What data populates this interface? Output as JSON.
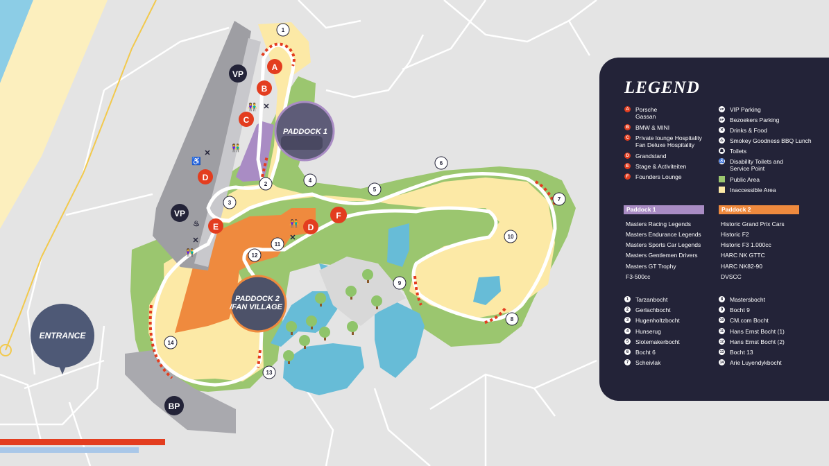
{
  "map": {
    "entrance_label": "ENTRANCE",
    "vp_label": "VP",
    "bp_label": "BP",
    "paddock1_label": "PADDOCK 1",
    "paddock2_label_line1": "PADDOCK 2",
    "paddock2_label_line2": "/FAN VILLAGE",
    "poi_letters": {
      "A": "A",
      "B": "B",
      "C": "C",
      "D": "D",
      "E": "E",
      "F": "F"
    },
    "corner_numbers": [
      "1",
      "2",
      "3",
      "4",
      "5",
      "6",
      "7",
      "8",
      "9",
      "10",
      "11",
      "12",
      "13",
      "14"
    ],
    "icons": [
      "toilets-icon",
      "food-icon",
      "disability-icon",
      "bbq-icon"
    ]
  },
  "legend": {
    "title": "LEGEND",
    "left_items": [
      {
        "letter": "A",
        "line1": "Porsche",
        "line2": "Gassan"
      },
      {
        "letter": "B",
        "line1": "BMW & MINI",
        "line2": ""
      },
      {
        "letter": "C",
        "line1": "Private lounge Hospitality",
        "line2": "Fan Deluxe Hospitality"
      },
      {
        "letter": "D",
        "line1": "Grandstand",
        "line2": ""
      },
      {
        "letter": "E",
        "line1": "Stage & Activiteiten",
        "line2": ""
      },
      {
        "letter": "F",
        "line1": "Founders Lounge",
        "line2": ""
      }
    ],
    "right_items": [
      {
        "icon": "VP",
        "line1": "VIP Parking",
        "line2": ""
      },
      {
        "icon": "BP",
        "line1": "Bezoekers Parking",
        "line2": ""
      },
      {
        "icon": "food-icon",
        "line1": "Drinks & Food",
        "line2": ""
      },
      {
        "icon": "bbq-icon",
        "line1": "Smokey Goodness BBQ Lunch",
        "line2": ""
      },
      {
        "icon": "toilets-icon",
        "line1": "Toilets",
        "line2": ""
      },
      {
        "icon": "disability-icon",
        "line1": "Disability Toilets and",
        "line2": "Service Point"
      }
    ],
    "areas": [
      {
        "color": "#9bc66f",
        "label": "Public Area"
      },
      {
        "color": "#fce9a6",
        "label": "Inaccessible Area"
      }
    ],
    "paddock1": {
      "title": "Paddock 1",
      "color": "#a98cc4",
      "items": [
        "Masters Racing Legends",
        "Masters Endurance Legends",
        "Masters Sports Car Legends",
        "Masters Gentlemen Drivers",
        "Masters GT Trophy",
        "F3-500cc"
      ]
    },
    "paddock2": {
      "title": "Paddock 2",
      "color": "#ef8a3e",
      "items": [
        "Historic Grand Prix Cars",
        "Historic F2",
        "Historic F3 1.000cc",
        "HARC NK GTTC",
        "HARC NK82-90",
        "DVSCC"
      ]
    },
    "corners_left": [
      {
        "num": "1",
        "name": "Tarzanbocht"
      },
      {
        "num": "2",
        "name": "Gerlachbocht"
      },
      {
        "num": "3",
        "name": "Hugenholtzbocht"
      },
      {
        "num": "4",
        "name": "Hunserug"
      },
      {
        "num": "5",
        "name": "Slotemakerbocht"
      },
      {
        "num": "6",
        "name": "Bocht 6"
      },
      {
        "num": "7",
        "name": "Scheivlak"
      }
    ],
    "corners_right": [
      {
        "num": "8",
        "name": "Mastersbocht"
      },
      {
        "num": "9",
        "name": "Bocht 9"
      },
      {
        "num": "10",
        "name": "CM.com Bocht"
      },
      {
        "num": "11",
        "name": "Hans Ernst Bocht (1)"
      },
      {
        "num": "12",
        "name": "Hans Ernst Bocht (2)"
      },
      {
        "num": "13",
        "name": "Bocht 13"
      },
      {
        "num": "14",
        "name": "Arie Luyendykbocht"
      }
    ]
  },
  "colors": {
    "public": "#9bc66f",
    "inaccessible": "#fce9a6",
    "paddock2": "#ef8a3e",
    "paddock1": "#a98cc4",
    "poi_red": "#e33d1f",
    "navy": "#232338",
    "water": "#67bcd7",
    "road": "#a9a9ae"
  }
}
